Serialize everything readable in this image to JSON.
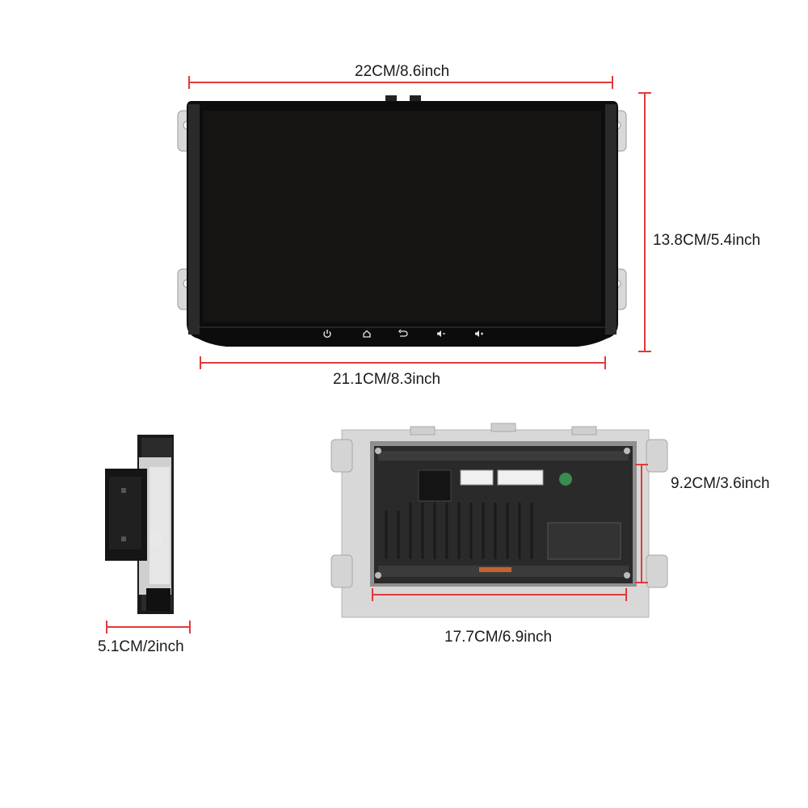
{
  "dimensions": {
    "front_top_width": "22CM/8.6inch",
    "front_bottom_width": "21.1CM/8.3inch",
    "front_height": "13.8CM/5.4inch",
    "side_depth": "5.1CM/2inch",
    "rear_width": "17.7CM/6.9inch",
    "rear_height": "9.2CM/3.6inch"
  },
  "colors": {
    "dimension_line": "#e23a3a",
    "screen": "#161313",
    "bezel": "#0c0c0c",
    "bracket": "#d4d4d4"
  },
  "front_buttons": [
    "power-icon",
    "home-icon",
    "back-icon",
    "volume-down-icon",
    "volume-up-icon"
  ]
}
